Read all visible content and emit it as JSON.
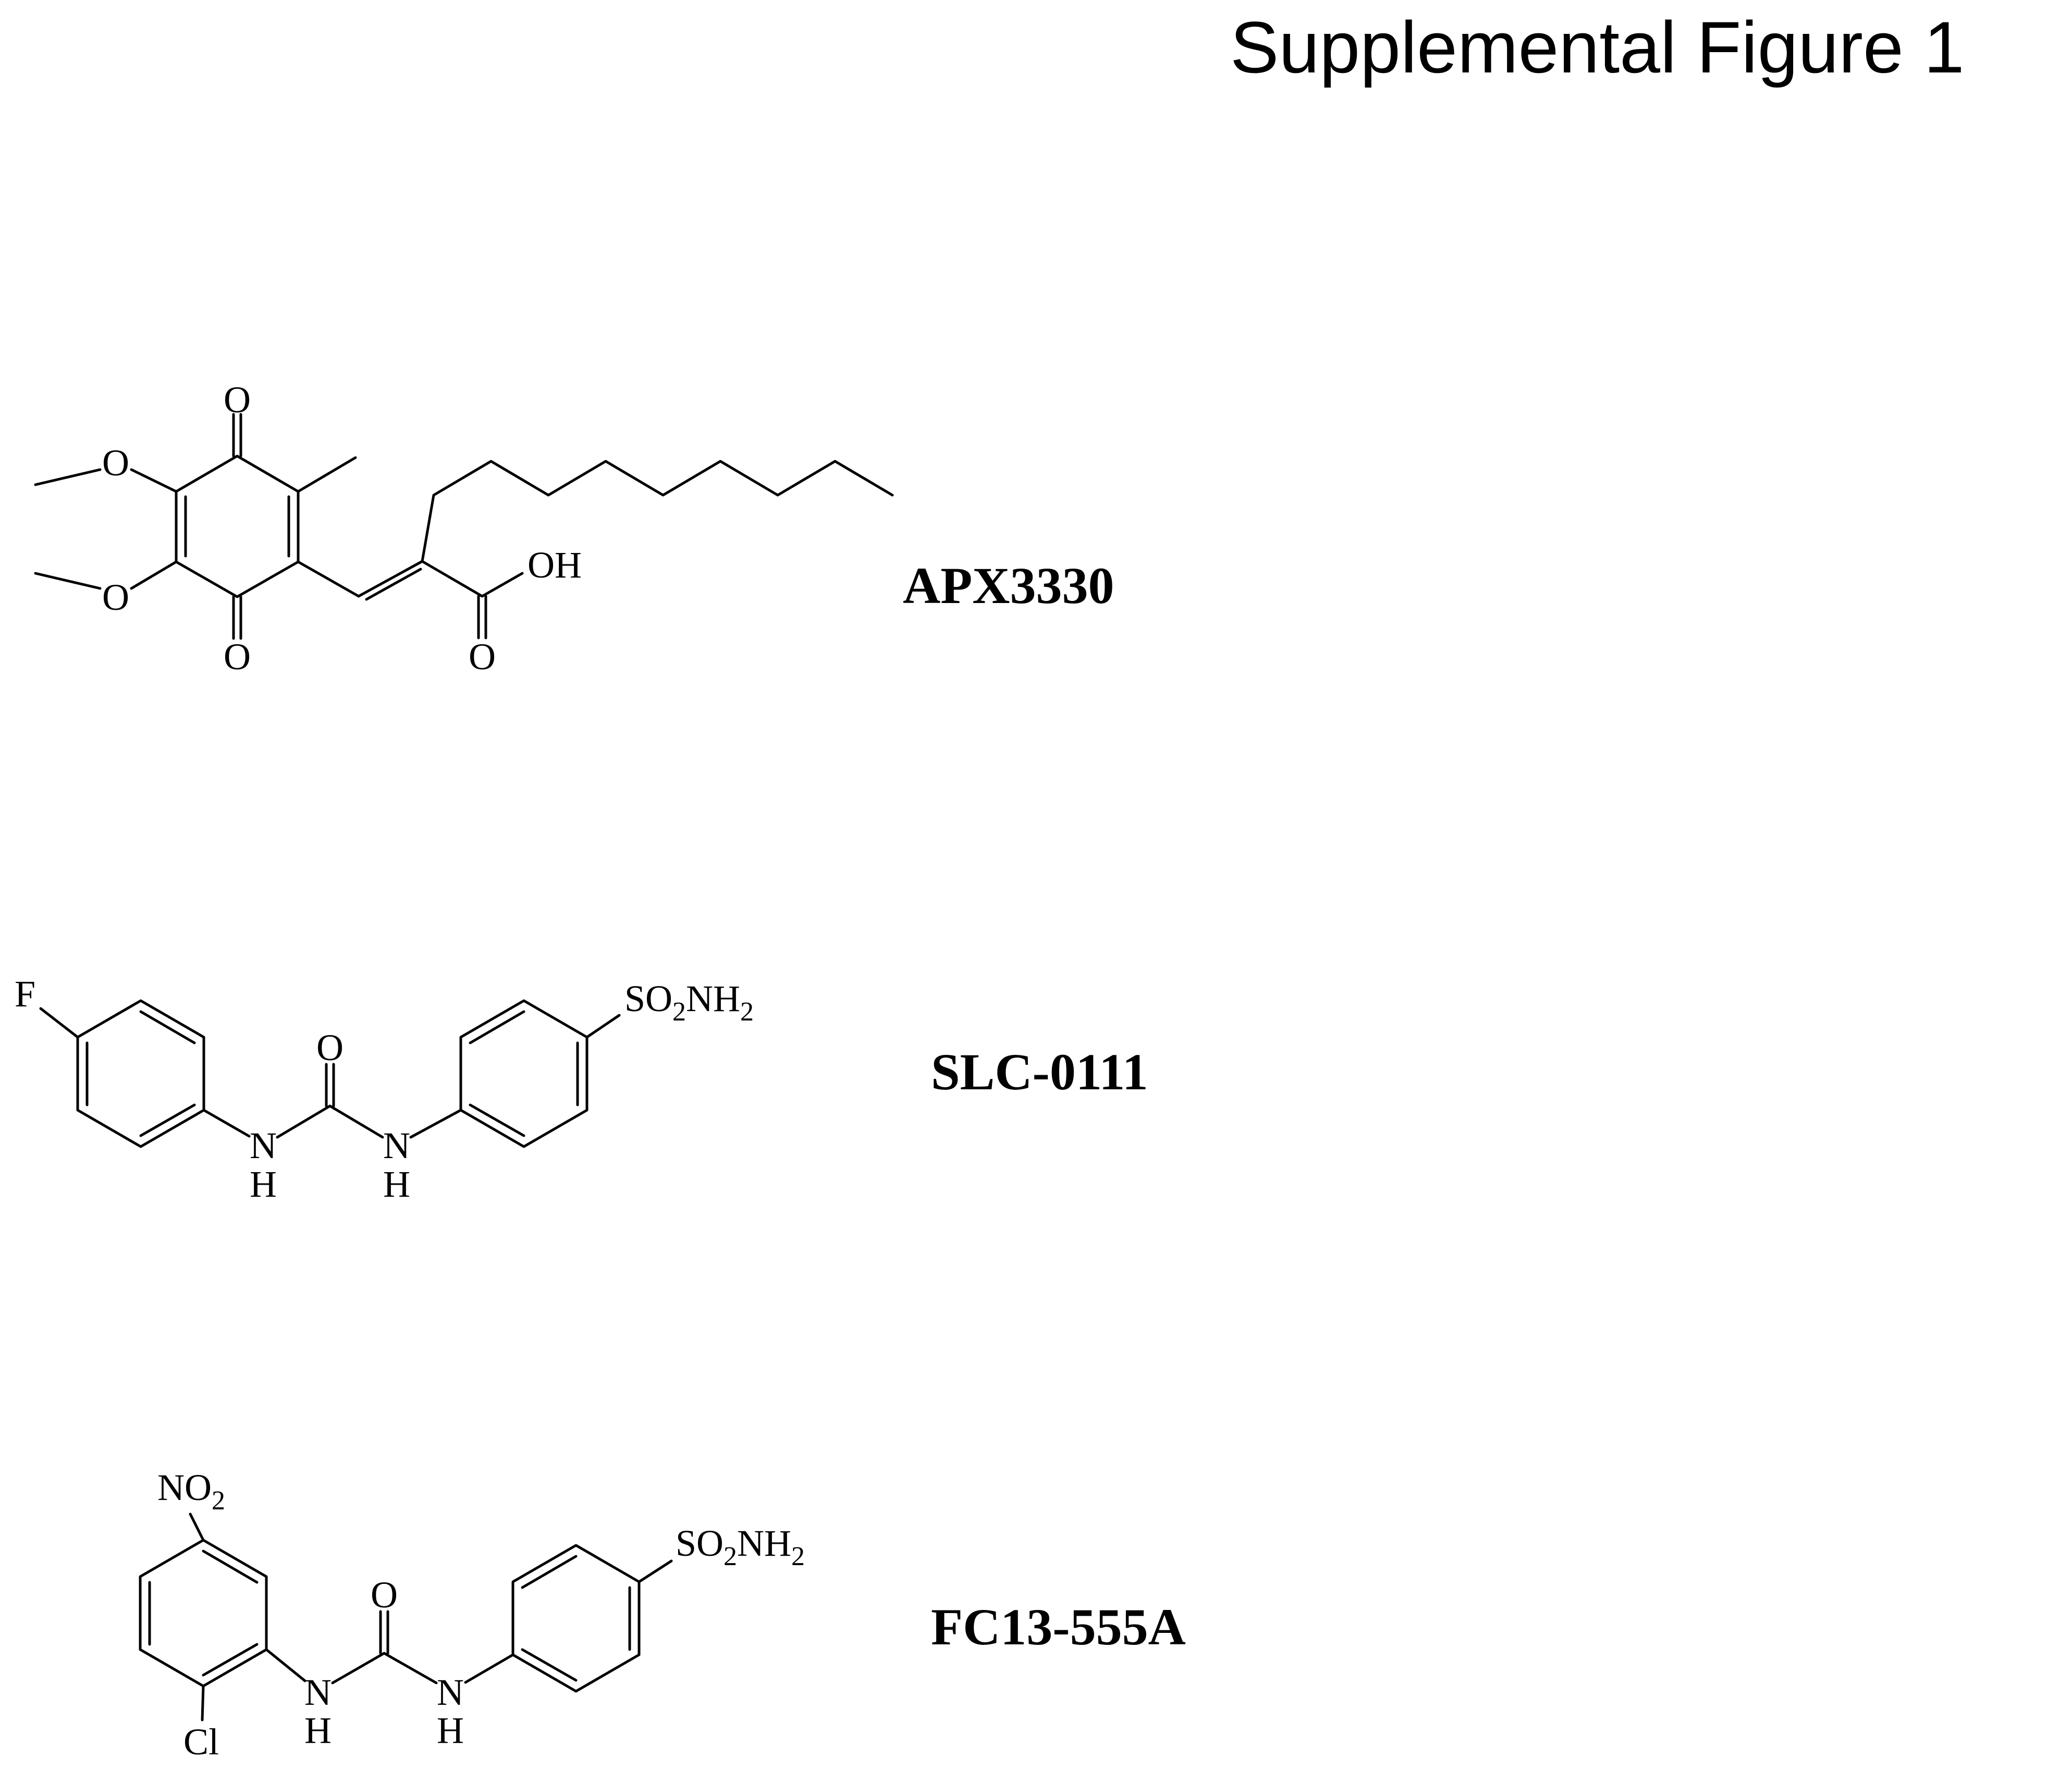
{
  "page": {
    "title": "Supplemental Figure 1",
    "background_color": "#ffffff",
    "line_color": "#000000"
  },
  "compounds": [
    {
      "name": "APX3330",
      "labels": {
        "o_top": "O",
        "o_methoxy_upper": "O",
        "o_methoxy_lower": "O",
        "o_bottom": "O",
        "oh_acid": "OH",
        "o_acid": "O"
      }
    },
    {
      "name": "SLC-0111",
      "labels": {
        "fluorine": "F",
        "n_left": "N",
        "h_left": "H",
        "o_carbonyl": "O",
        "n_right": "N",
        "h_right": "H",
        "sulfonamide": {
          "so": "SO",
          "sub1": "2",
          "nh": "NH",
          "sub2": "2"
        }
      }
    },
    {
      "name": "FC13-555A",
      "labels": {
        "nitro": {
          "no": "NO",
          "sub": "2"
        },
        "chlorine": "Cl",
        "n_left": "N",
        "h_left": "H",
        "o_carbonyl": "O",
        "n_right": "N",
        "h_right": "H",
        "sulfonamide": {
          "so": "SO",
          "sub1": "2",
          "nh": "NH",
          "sub2": "2"
        }
      }
    }
  ]
}
